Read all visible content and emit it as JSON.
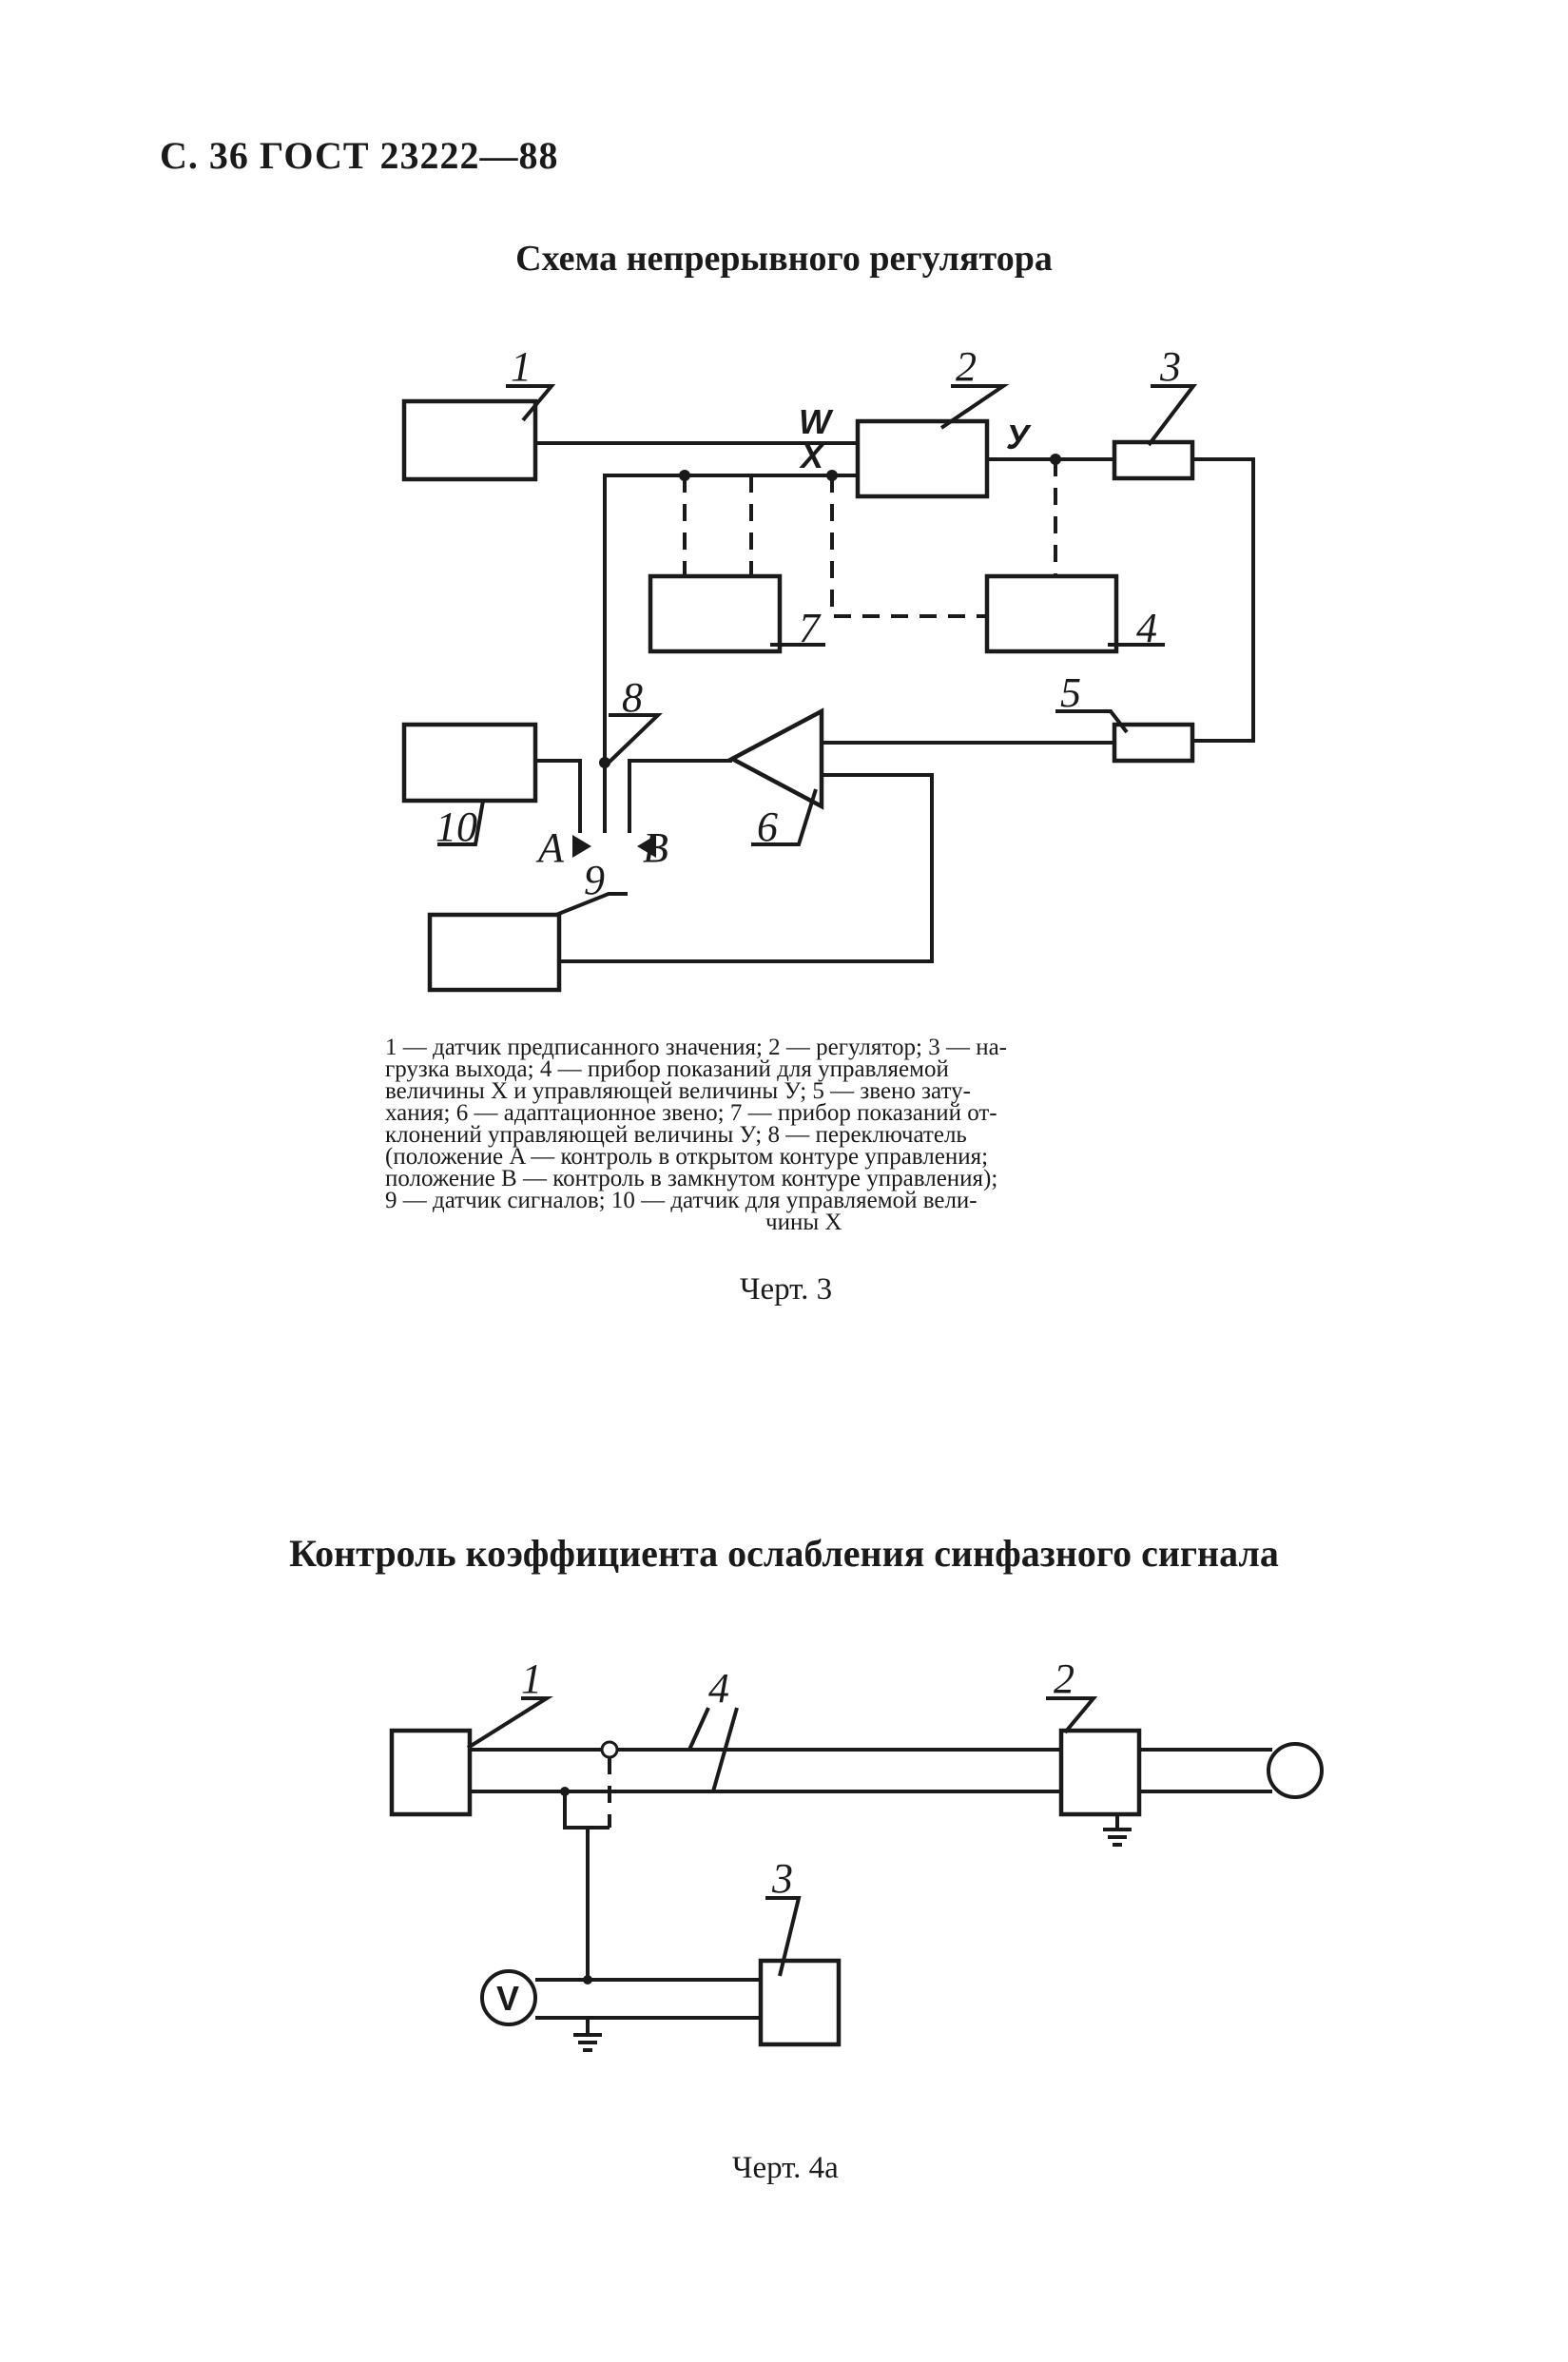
{
  "page": {
    "header": "С. 36 ГОСТ 23222—88",
    "title1": "Схема непрерывного регулятора",
    "title2": "Контроль коэффициента ослабления синфазного сигнала"
  },
  "figure3": {
    "labels": {
      "n1": "1",
      "n2": "2",
      "n3": "3",
      "n4": "4",
      "n5": "5",
      "n6": "6",
      "n7": "7",
      "n8": "8",
      "n9": "9",
      "n10": "10",
      "w": "W",
      "x": "X",
      "y": "У",
      "a": "A",
      "b": "B"
    },
    "caption_lines": [
      "1 — датчик предписанного значения; 2 — регулятор; 3 — на-",
      "грузка выхода; 4 — прибор показаний для управляемой",
      "величины X и управляющей величины У; 5 — звено зату-",
      "хания; 6 — адаптационное звено; 7 — прибор показаний от-",
      "клонений управляющей величины У; 8 — переключатель",
      "(положение A — контроль в открытом контуре управления;",
      "положение B — контроль в замкнутом контуре управления);",
      "9 — датчик сигналов; 10 — датчик для управляемой вели-",
      "чины X"
    ],
    "cherta": "Черт. 3"
  },
  "figure4a": {
    "labels": {
      "n1": "1",
      "n2": "2",
      "n3": "3",
      "n4": "4",
      "v": "V"
    },
    "cherta": "Черт. 4а"
  }
}
